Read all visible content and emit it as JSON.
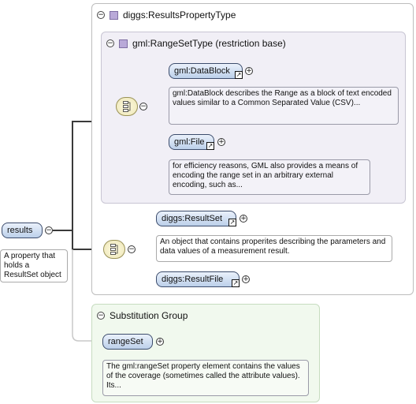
{
  "root": {
    "element_name": "results",
    "documentation": "A property that holds a ResultSet object"
  },
  "results_type": {
    "title": "diggs:ResultsPropertyType",
    "base": {
      "title": "gml:RangeSetType (restriction base)",
      "elements": [
        {
          "name": "gml:DataBlock",
          "documentation": "gml:DataBlock describes the Range as a block of text encoded values similar to a Common Separated Value (CSV)..."
        },
        {
          "name": "gml:File",
          "documentation": "for efficiency reasons, GML also provides a means of encoding the range set in an arbitrary external encoding, such as..."
        }
      ]
    },
    "elements": [
      {
        "name": "diggs:ResultSet",
        "documentation": "An object that contains properites describing the parameters and data values of a measurement result."
      },
      {
        "name": "diggs:ResultFile"
      }
    ]
  },
  "substitution_group": {
    "title": "Substitution Group",
    "element": {
      "name": "rangeSet",
      "documentation": "The gml:rangeSet property element contains the values of the coverage (sometimes called the attribute values). Its..."
    }
  }
}
